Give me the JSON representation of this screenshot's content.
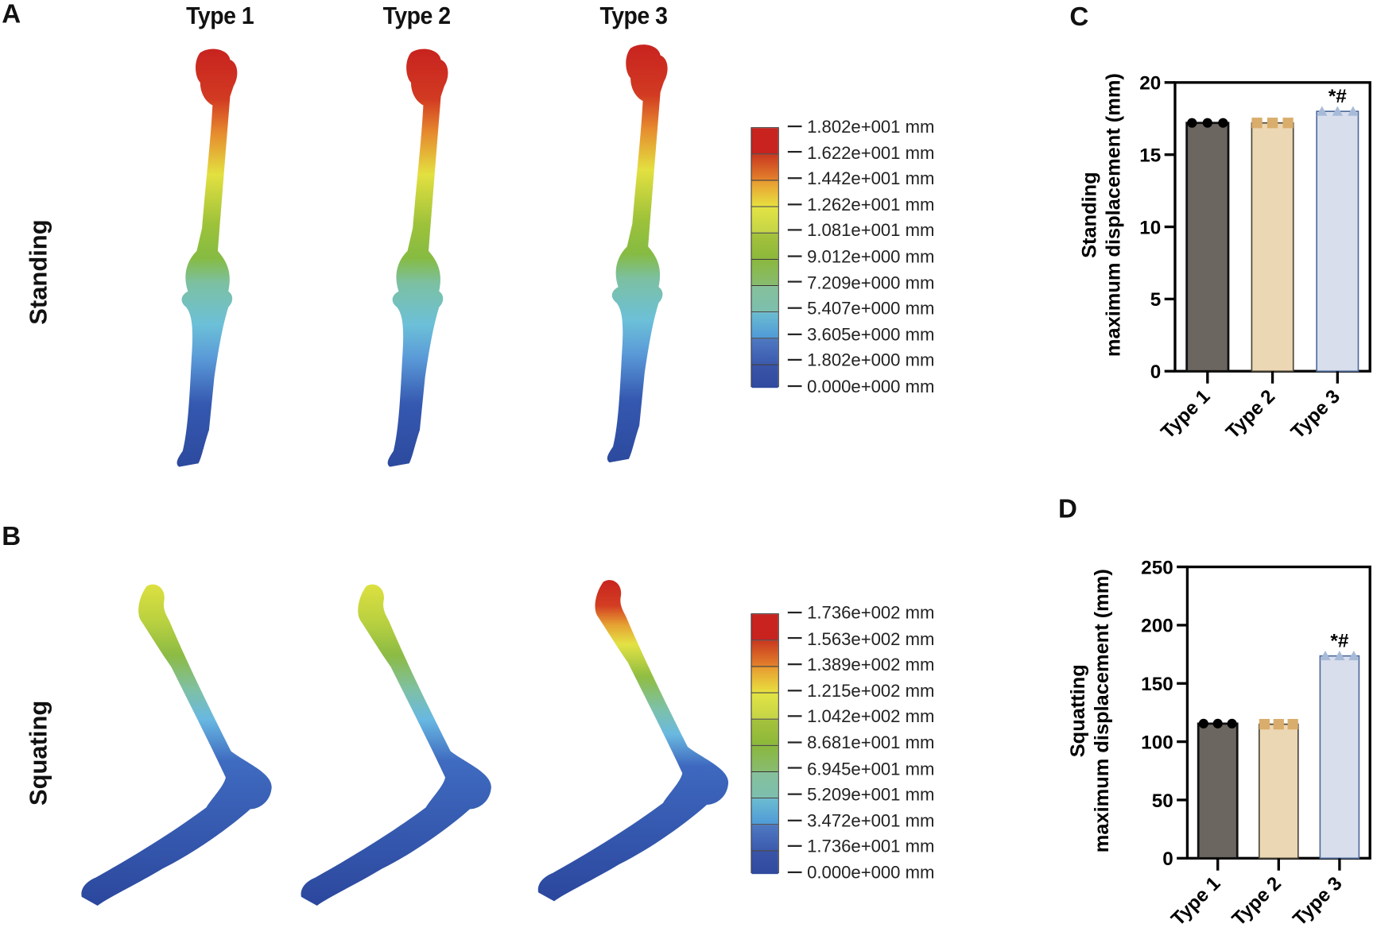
{
  "panels": {
    "A": {
      "letter": "A",
      "row_label": "Standing"
    },
    "B": {
      "letter": "B",
      "row_label": "Squating"
    },
    "C": {
      "letter": "C"
    },
    "D": {
      "letter": "D"
    }
  },
  "column_titles": [
    "Type 1",
    "Type 2",
    "Type 3"
  ],
  "legend_standing": {
    "unit": "mm",
    "ticks": [
      "1.802e+001 mm",
      "1.622e+001 mm",
      "1.442e+001 mm",
      "1.262e+001 mm",
      "1.081e+001 mm",
      "9.012e+000 mm",
      "7.209e+000 mm",
      "5.407e+000 mm",
      "3.605e+000 mm",
      "1.802e+000 mm",
      "0.000e+000 mm"
    ],
    "colors": [
      "#c8231f",
      "#d4562a",
      "#e8a83a",
      "#dbe04a",
      "#a8c23c",
      "#8ab843",
      "#86c09b",
      "#6cbcd0",
      "#4e79c2",
      "#3a55a8"
    ]
  },
  "legend_squatting": {
    "unit": "mm",
    "ticks": [
      "1.736e+002 mm",
      "1.563e+002 mm",
      "1.389e+002 mm",
      "1.215e+002 mm",
      "1.042e+002 mm",
      "8.681e+001 mm",
      "6.945e+001 mm",
      "5.209e+001 mm",
      "3.472e+001 mm",
      "1.736e+001 mm",
      "0.000e+000 mm"
    ],
    "colors": [
      "#c8231f",
      "#d4562a",
      "#e8a83a",
      "#dbe04a",
      "#a8c23c",
      "#8ab843",
      "#86c09b",
      "#6cbcd0",
      "#4e79c2",
      "#3a55a8"
    ]
  },
  "bar_colors": {
    "type1": "#6b665f",
    "type2": "#ecd7b4",
    "type3": "#d8deec",
    "type3_edge": "#4f6c9c",
    "type2_marker": "#d9ad6b",
    "type3_marker": "#a7bbd9"
  },
  "chart_data": [
    {
      "panel": "C",
      "type": "bar",
      "title": "",
      "categories": [
        "Type 1",
        "Type 2",
        "Type 3"
      ],
      "values": [
        17.2,
        17.2,
        18.0
      ],
      "points": [
        [
          17.2,
          17.2,
          17.2
        ],
        [
          17.2,
          17.2,
          17.2
        ],
        [
          18.0,
          18.0,
          18.0
        ]
      ],
      "annotations": [
        {
          "category": "Type 3",
          "text": "*#"
        }
      ],
      "xlabel": "",
      "ylabel": "Standing\nmaximum displacement (mm)",
      "ylabel_line1": "Standing",
      "ylabel_line2": "maximum displacement (mm)",
      "ylim": [
        0,
        20
      ],
      "yticks": [
        "0",
        "5",
        "10",
        "15",
        "20"
      ],
      "grid": false
    },
    {
      "panel": "D",
      "type": "bar",
      "title": "",
      "categories": [
        "Type 1",
        "Type 2",
        "Type 3"
      ],
      "values": [
        115.5,
        115.0,
        173.6
      ],
      "points": [
        [
          115.5,
          115.5,
          115.5
        ],
        [
          115.0,
          115.0,
          115.0
        ],
        [
          173.6,
          173.6,
          173.6
        ]
      ],
      "annotations": [
        {
          "category": "Type 3",
          "text": "*#"
        }
      ],
      "xlabel": "",
      "ylabel": "Squatting\nmaximum displacement (mm)",
      "ylabel_line1": "Squatting",
      "ylabel_line2": "maximum displacement (mm)",
      "ylim": [
        0,
        250
      ],
      "yticks": [
        "0",
        "50",
        "100",
        "150",
        "200",
        "250"
      ],
      "grid": false
    }
  ]
}
